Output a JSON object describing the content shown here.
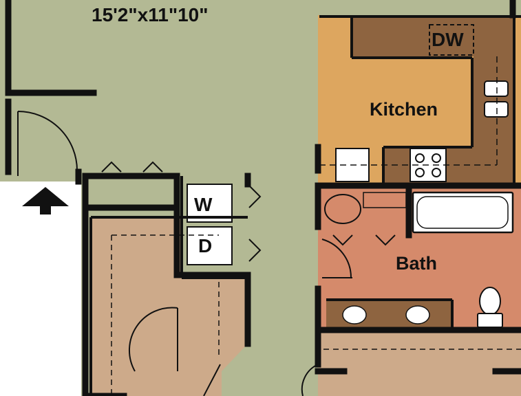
{
  "rooms": {
    "living": {
      "dimensions": "15'2\"x11\"10\""
    },
    "kitchen": {
      "label": "Kitchen"
    },
    "bath": {
      "label": "Bath"
    }
  },
  "appliances": {
    "dishwasher": "DW",
    "washer": "W",
    "dryer": "D"
  },
  "colors": {
    "living": "#b3b994",
    "kitchen": "#dda65f",
    "counter": "#8e6440",
    "bath": "#d58a6b",
    "bedroom": "#cdaa8a",
    "fixture": "#ffffff",
    "wall": "#111111"
  },
  "icons": {
    "entry": "up-arrow-icon"
  }
}
